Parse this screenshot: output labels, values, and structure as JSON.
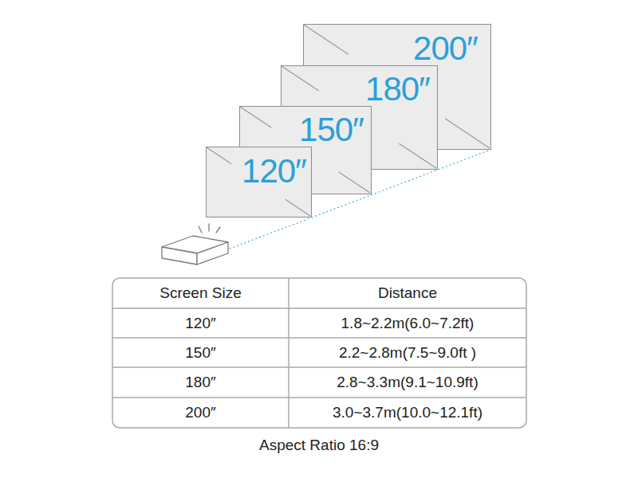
{
  "diagram": {
    "caption": "Aspect Ratio 16:9",
    "nodes": [
      {
        "text": [
          "120″"
        ]
      },
      {
        "text": [
          "150″"
        ]
      },
      {
        "text": [
          "180″"
        ]
      },
      {
        "text": [
          "200″"
        ]
      }
    ],
    "labels": [
      "Screen Size",
      "Distance",
      "120″",
      "1.8~2.2m(6.0~7.2ft)",
      "150″",
      "2.2~2.8m(7.5~9.0ft )",
      "180″",
      "2.8~3.3m(9.1~10.9ft)",
      "200″",
      "3.0~3.7m(10.0~12.1ft)"
    ]
  }
}
